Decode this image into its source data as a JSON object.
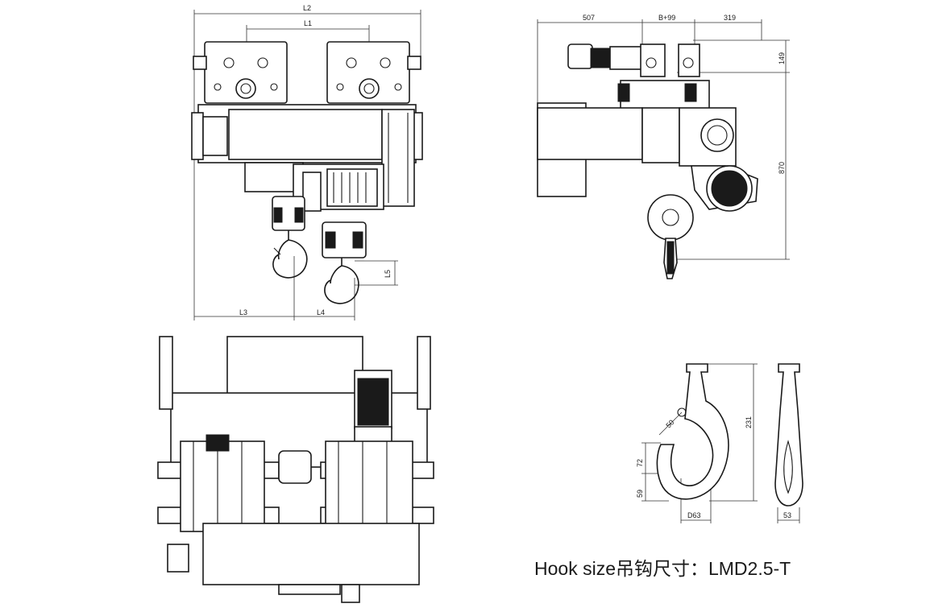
{
  "front_view": {
    "dims": {
      "l2": "L2",
      "l1": "L1",
      "l3": "L3",
      "l4": "L4",
      "l5": "L5"
    }
  },
  "side_view": {
    "dims": {
      "d507": "507",
      "b99": "B+99",
      "d319": "319",
      "d149": "149",
      "d870": "870"
    }
  },
  "hook_view": {
    "dims": {
      "d50": "50",
      "d72": "72",
      "d59": "59",
      "d63": "D63",
      "d231": "231",
      "d53": "53"
    }
  },
  "caption": {
    "text": "Hook size吊钩尺寸：LMD2.5-T"
  }
}
